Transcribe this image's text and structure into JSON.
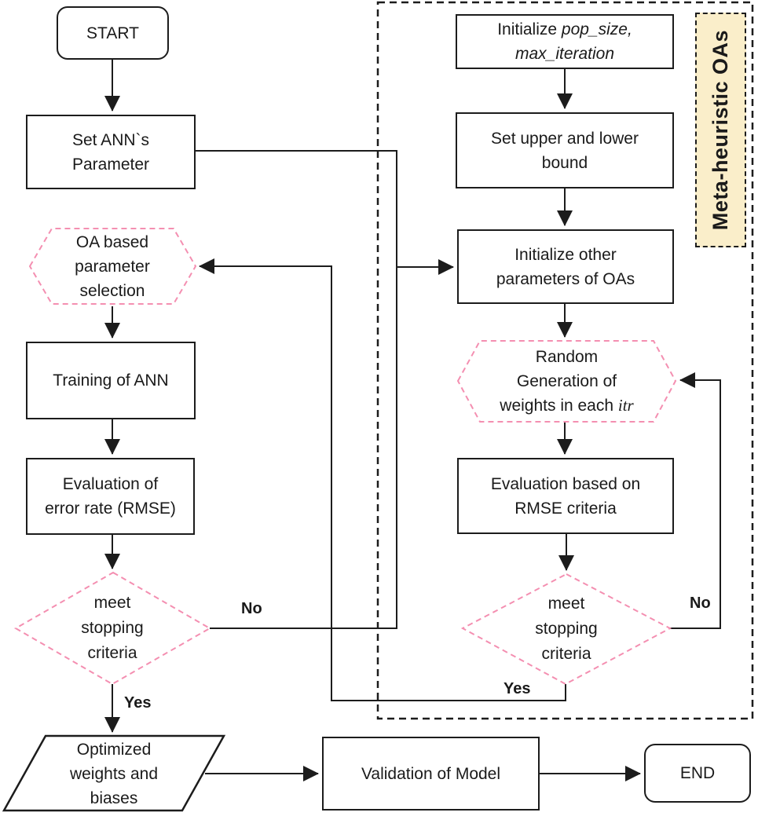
{
  "figure": {
    "description": "Flowchart: training of ANN with meta-heuristic optimization algorithms (OAs)"
  },
  "colors": {
    "line_black": "#1c1c1c",
    "pink_dashed": "#f48fb1",
    "region_fill": "#faeeca",
    "background": "#ffffff",
    "text": "#1a1a1a"
  },
  "nodes": {
    "start": {
      "label": "START"
    },
    "set_ann": {
      "line1": "Set ANN`s",
      "line2": "Parameter"
    },
    "oa_selection": {
      "line1": "OA based",
      "line2": "parameter",
      "line3": "selection"
    },
    "training": {
      "line1": "Training of ANN"
    },
    "eval_error": {
      "line1": "Evaluation of",
      "line2": "error rate (RMSE)"
    },
    "meet_left": {
      "line1": "meet",
      "line2": "stopping",
      "line3": "criteria"
    },
    "optimized": {
      "line1": "Optimized",
      "line2": "weights and",
      "line3": "biases"
    },
    "validation": {
      "label": "Validation of Model"
    },
    "end": {
      "label": "END"
    },
    "init_pop": {
      "t1": "Initialize ",
      "t2": "pop_size,",
      "t3": "max_iteration"
    },
    "set_bounds": {
      "line1": "Set upper and lower",
      "line2": "bound"
    },
    "init_other": {
      "line1": "Initialize other",
      "line2": "parameters of OAs"
    },
    "random_gen": {
      "line1": "Random",
      "line2": "Generation of",
      "t3a": "weights in each ",
      "t3b": "itr"
    },
    "eval_rmse": {
      "line1": "Evaluation based on",
      "line2": "RMSE criteria"
    },
    "meet_right": {
      "line1": "meet",
      "line2": "stopping",
      "line3": "criteria"
    }
  },
  "edge_labels": {
    "no_left": "No",
    "yes_left": "Yes",
    "no_right": "No",
    "yes_right": "Yes"
  },
  "region": {
    "label": "Meta-heuristic OAs"
  }
}
